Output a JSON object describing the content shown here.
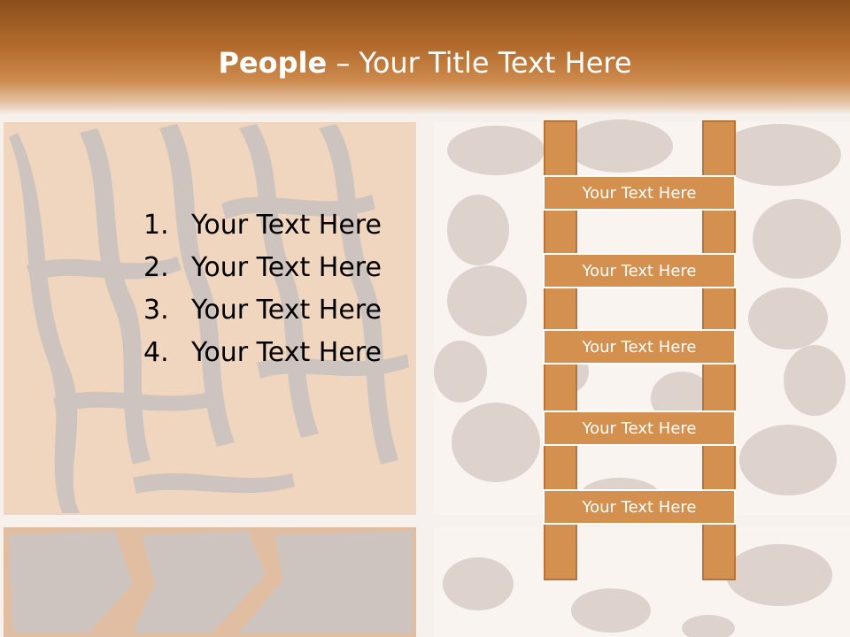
{
  "slide": {
    "title_bold": "People",
    "title_rest": " – Your Title Text Here",
    "list_items": [
      {
        "num": "1.",
        "text": "Your Text Here"
      },
      {
        "num": "2.",
        "text": "Your Text Here"
      },
      {
        "num": "3.",
        "text": "Your Text Here"
      },
      {
        "num": "4.",
        "text": "Your Text Here"
      }
    ],
    "ladder_labels": [
      "Your Text Here",
      "Your Text Here",
      "Your Text Here",
      "Your Text Here",
      "Your Text Here"
    ]
  },
  "colors": {
    "title_bar": "#b26a2c",
    "ladder_wood": "#d4904f",
    "tiger_panel": "#efc8a6",
    "spot_color": "#cdbdb6"
  }
}
